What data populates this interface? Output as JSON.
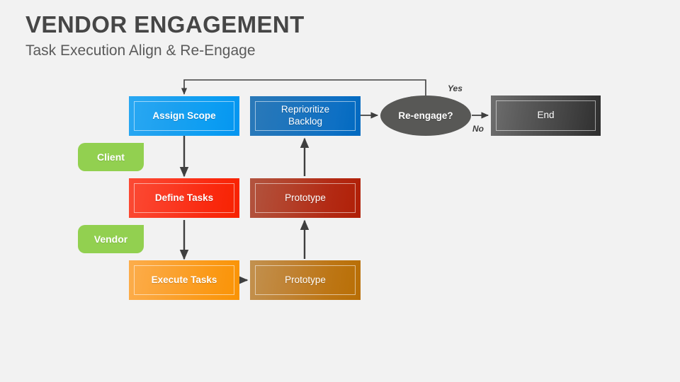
{
  "header": {
    "title": "VENDOR ENGAGEMENT",
    "subtitle": "Task Execution Align & Re-Engage"
  },
  "colors": {
    "background": "#f2f2f2",
    "title_text": "#464646",
    "subtitle_text": "#5a5a5a",
    "connector": "#3f3f3f",
    "chip_green": "#92d050",
    "blue_light": "#0d9ef2",
    "blue_dark": "#0e70c4",
    "red_light": "#fa2a10",
    "red_dark": "#b32a14",
    "orange_light": "#fb9a18",
    "orange_dark": "#bd7615",
    "decision_gray": "#585856",
    "end_dark": "#2e2e2e"
  },
  "diagram": {
    "nodes": [
      {
        "id": "assign-scope",
        "label": "Assign Scope"
      },
      {
        "id": "reprioritize-backlog",
        "label": "Reprioritize\nBacklog"
      },
      {
        "id": "reengage-decision",
        "label": "Re-engage?"
      },
      {
        "id": "end",
        "label": "End"
      },
      {
        "id": "define-tasks",
        "label": "Define Tasks"
      },
      {
        "id": "prototype-red",
        "label": "Prototype"
      },
      {
        "id": "execute-tasks",
        "label": "Execute Tasks"
      },
      {
        "id": "prototype-orange",
        "label": "Prototype"
      }
    ],
    "node_labels": {
      "assign_scope": "Assign Scope",
      "reprioritize_backlog_line1": "Reprioritize",
      "reprioritize_backlog_line2": "Backlog",
      "reengage_decision": "Re-engage?",
      "end": "End",
      "define_tasks": "Define Tasks",
      "prototype_red": "Prototype",
      "execute_tasks": "Execute Tasks",
      "prototype_orange": "Prototype"
    },
    "edge_labels": {
      "yes": "Yes",
      "no": "No"
    },
    "swimlanes": {
      "client": "Client",
      "vendor": "Vendor"
    }
  }
}
